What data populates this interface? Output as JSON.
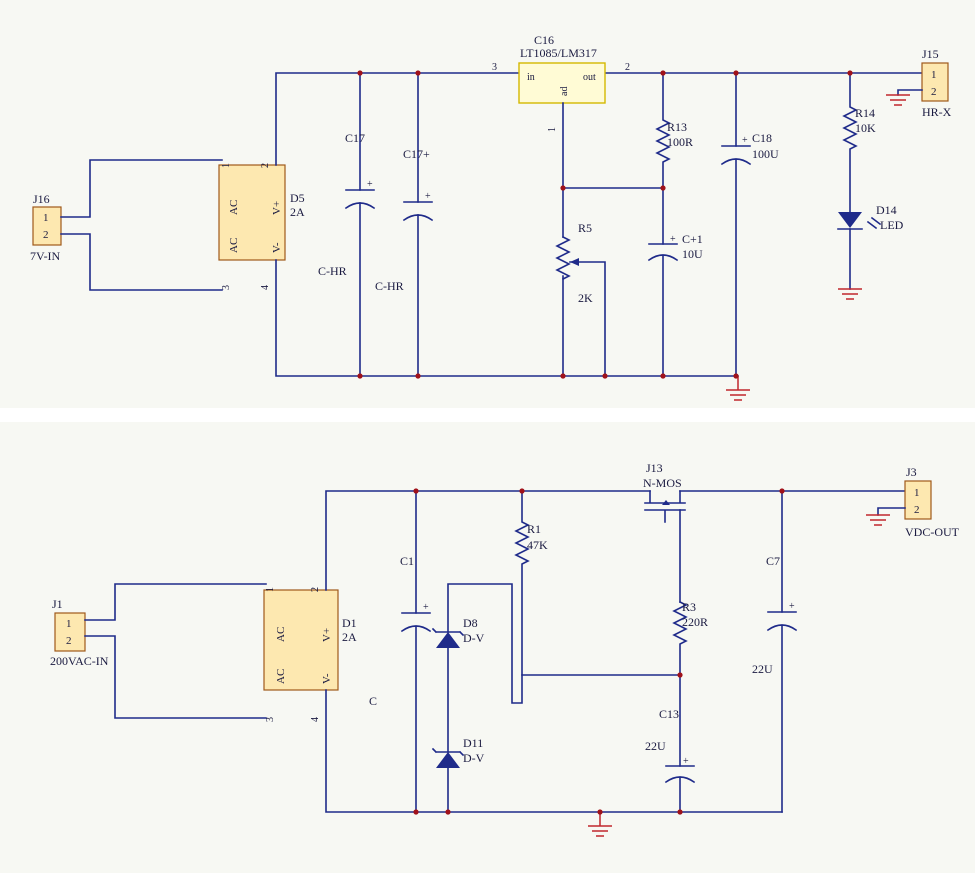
{
  "colors": {
    "wire": "#1f2b8a",
    "node": "#a0121a",
    "ground": "#c1272d",
    "connector": "#fde8b0",
    "regulator": "#fffbd5",
    "background": "#f7f8f3",
    "divider": "#ffffff"
  },
  "top": {
    "j16": {
      "ref": "J16",
      "pin1": "1",
      "pin2": "2",
      "value": "7V-IN"
    },
    "d5": {
      "ref": "D5",
      "value": "2A",
      "ac1": "AC",
      "ac2": "AC",
      "vplus": "V+",
      "vminus": "V-",
      "p1": "1",
      "p2": "2",
      "p3": "3",
      "p4": "4"
    },
    "c17": {
      "ref": "C17",
      "value": "C-HR",
      "plus": "+"
    },
    "c17p": {
      "ref": "C17+",
      "value": "C-HR",
      "plus": "+"
    },
    "u16": {
      "ref": "C16",
      "value": "LT1085/LM317",
      "in": "in",
      "out": "out",
      "adj": "ad",
      "p_in": "3",
      "p_out": "2",
      "p_adj": "1"
    },
    "r5": {
      "ref": "R5",
      "value": "2K"
    },
    "r13": {
      "ref": "R13",
      "value": "100R"
    },
    "c1": {
      "ref": "C+1",
      "value": "10U",
      "plus": "+"
    },
    "c18": {
      "ref": "C18",
      "value": "100U",
      "plus": "+"
    },
    "r14": {
      "ref": "R14",
      "value": "10K"
    },
    "d14": {
      "ref": "D14",
      "value": "LED"
    },
    "j15": {
      "ref": "J15",
      "pin1": "1",
      "pin2": "2",
      "value": "HR-X"
    }
  },
  "bottom": {
    "j1": {
      "ref": "J1",
      "pin1": "1",
      "pin2": "2",
      "value": "200VAC-IN"
    },
    "d1": {
      "ref": "D1",
      "value": "2A",
      "ac1": "AC",
      "ac2": "AC",
      "vplus": "V+",
      "vminus": "V-",
      "p1": "1",
      "p2": "2",
      "p3": "3",
      "p4": "4"
    },
    "c_label": "C",
    "c1": {
      "ref": "C1",
      "plus": "+"
    },
    "d8": {
      "ref": "D8",
      "value": "D-V"
    },
    "d11": {
      "ref": "D11",
      "value": "D-V"
    },
    "r1": {
      "ref": "R1",
      "value": "47K"
    },
    "j13": {
      "ref": "J13",
      "value": "N-MOS"
    },
    "r3": {
      "ref": "R3",
      "value": "220R"
    },
    "c13": {
      "ref": "C13",
      "value": "22U",
      "plus": "+"
    },
    "c7": {
      "ref": "C7",
      "value": "22U",
      "plus": "+"
    },
    "j3": {
      "ref": "J3",
      "pin1": "1",
      "pin2": "2",
      "value": "VDC-OUT"
    }
  }
}
